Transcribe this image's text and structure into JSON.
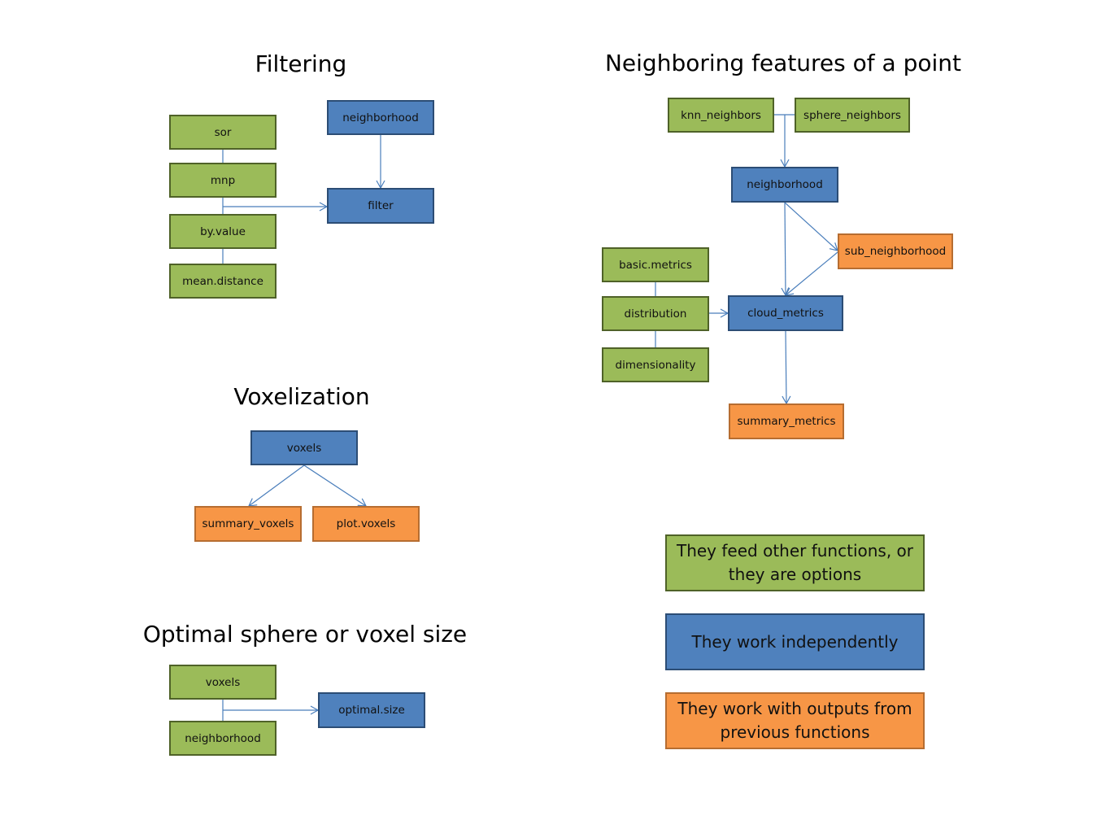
{
  "titles": {
    "filtering": "Filtering",
    "neighboring": "Neighboring features of a point",
    "voxelization": "Voxelization",
    "optimal": "Optimal sphere or voxel size"
  },
  "filtering": {
    "sor": "sor",
    "mnp": "mnp",
    "by_value": "by.value",
    "mean_distance": "mean.distance",
    "neighborhood": "neighborhood",
    "filter": "filter"
  },
  "voxelization": {
    "voxels": "voxels",
    "summary_voxels": "summary_voxels",
    "plot_voxels": "plot.voxels"
  },
  "optimal": {
    "voxels": "voxels",
    "neighborhood": "neighborhood",
    "optimal_size": "optimal.size"
  },
  "neighboring": {
    "knn_neighbors": "knn_neighbors",
    "sphere_neighbors": "sphere_neighbors",
    "neighborhood": "neighborhood",
    "sub_neighborhood": "sub_neighborhood",
    "basic_metrics": "basic.metrics",
    "distribution": "distribution",
    "dimensionality": "dimensionality",
    "cloud_metrics": "cloud_metrics",
    "summary_metrics": "summary_metrics"
  },
  "legend": {
    "green": "They feed other functions, or they are options",
    "blue": "They work independently",
    "orange": "They work with outputs from previous functions"
  },
  "colors": {
    "green_fill": "#9bbb59",
    "green_border": "#4f6228",
    "blue_fill": "#4f81bd",
    "blue_border": "#2c4d75",
    "orange_fill": "#f79646",
    "orange_border": "#b66d31",
    "connector": "#4a7ebb"
  }
}
